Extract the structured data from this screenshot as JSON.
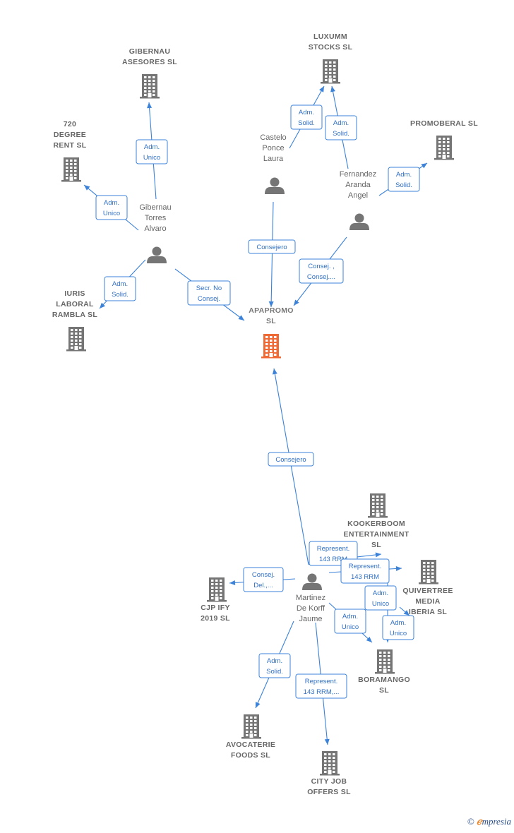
{
  "colors": {
    "edge": "#3b82d8",
    "node": "#757575",
    "focus": "#f06a35",
    "label": "#666666"
  },
  "nodes": [
    {
      "id": "apapromo",
      "type": "company",
      "focus": true,
      "lines": [
        "APAPROMO",
        "SL"
      ]
    },
    {
      "id": "gibernau_asesores",
      "type": "company",
      "lines": [
        "GIBERNAU",
        "ASESORES SL"
      ]
    },
    {
      "id": "luxumm",
      "type": "company",
      "lines": [
        "LUXUMM",
        "STOCKS  SL"
      ]
    },
    {
      "id": "promoberal",
      "type": "company",
      "lines": [
        "PROMOBERAL SL"
      ]
    },
    {
      "id": "degree720",
      "type": "company",
      "lines": [
        "720",
        "DEGREE",
        "RENT  SL"
      ]
    },
    {
      "id": "iuris",
      "type": "company",
      "lines": [
        "IURIS",
        "LABORAL",
        "RAMBLA  SL"
      ]
    },
    {
      "id": "kookerboom",
      "type": "company",
      "lines": [
        "KOOKERBOOM",
        "ENTERTAINMENT",
        "SL"
      ]
    },
    {
      "id": "quivertree",
      "type": "company",
      "lines": [
        "QUIVERTREE",
        "MEDIA",
        "IBERIA  SL"
      ]
    },
    {
      "id": "cjp",
      "type": "company",
      "lines": [
        "CJP IFY",
        "2019  SL"
      ]
    },
    {
      "id": "boramango",
      "type": "company",
      "lines": [
        "BORAMANGO",
        "SL"
      ]
    },
    {
      "id": "avocaterie",
      "type": "company",
      "lines": [
        "AVOCATERIE",
        "FOODS  SL"
      ]
    },
    {
      "id": "cityjob",
      "type": "company",
      "lines": [
        "CITY JOB",
        "OFFERS  SL"
      ]
    },
    {
      "id": "castelo",
      "type": "person",
      "lines": [
        "Castelo",
        "Ponce",
        "Laura"
      ]
    },
    {
      "id": "fernandez",
      "type": "person",
      "lines": [
        "Fernandez",
        "Aranda",
        "Angel"
      ]
    },
    {
      "id": "gibernau_person",
      "type": "person",
      "lines": [
        "Gibernau",
        "Torres",
        "Alvaro"
      ]
    },
    {
      "id": "martinez",
      "type": "person",
      "lines": [
        "Martinez",
        "De Korff",
        "Jaume"
      ]
    }
  ],
  "edges": [
    {
      "id": "e1",
      "from": "gibernau_person",
      "to": "gibernau_asesores",
      "lines": [
        "Adm.",
        "Unico"
      ]
    },
    {
      "id": "e2",
      "from": "gibernau_person",
      "to": "degree720",
      "lines": [
        "Adm.",
        "Unico"
      ]
    },
    {
      "id": "e3",
      "from": "gibernau_person",
      "to": "iuris",
      "lines": [
        "Adm.",
        "Solid."
      ]
    },
    {
      "id": "e4",
      "from": "gibernau_person",
      "to": "apapromo",
      "lines": [
        "Secr.  No",
        "Consej."
      ]
    },
    {
      "id": "e5",
      "from": "castelo",
      "to": "luxumm",
      "lines": [
        "Adm.",
        "Solid."
      ]
    },
    {
      "id": "e6",
      "from": "fernandez",
      "to": "luxumm",
      "lines": [
        "Adm.",
        "Solid."
      ]
    },
    {
      "id": "e7",
      "from": "fernandez",
      "to": "promoberal",
      "lines": [
        "Adm.",
        "Solid."
      ]
    },
    {
      "id": "e8",
      "from": "castelo",
      "to": "apapromo",
      "lines": [
        "Consejero"
      ]
    },
    {
      "id": "e9",
      "from": "fernandez",
      "to": "apapromo",
      "lines": [
        "Consej. ,",
        "Consej...."
      ]
    },
    {
      "id": "e10",
      "from": "martinez",
      "to": "apapromo",
      "lines": [
        "Consejero"
      ]
    },
    {
      "id": "e11",
      "from": "martinez",
      "to": "kookerboom",
      "lines": [
        "Represent.",
        "143 RRM"
      ]
    },
    {
      "id": "e12",
      "from": "martinez",
      "to": "quivertree",
      "lines": [
        "Represent.",
        "143 RRM"
      ]
    },
    {
      "id": "e13",
      "from": "martinez",
      "to": "cjp",
      "lines": [
        "Consej.",
        "Del.,..."
      ]
    },
    {
      "id": "e14",
      "from": "martinez",
      "to": "boramango",
      "lines": [
        "Adm.",
        "Unico"
      ]
    },
    {
      "id": "e15",
      "from": "martinez",
      "to": "avocaterie",
      "lines": [
        "Adm.",
        "Solid."
      ]
    },
    {
      "id": "e16",
      "from": "martinez",
      "to": "cityjob",
      "lines": [
        "Represent.",
        "143 RRM,..."
      ]
    },
    {
      "id": "e17",
      "from": "martinez",
      "to": "boramango",
      "lines": [
        "Adm.",
        "Unico"
      ]
    },
    {
      "id": "e18",
      "from": "martinez",
      "to": "quivertree",
      "lines": [
        "Adm.",
        "Unico"
      ]
    }
  ],
  "brand": {
    "copyright": "©",
    "e": "ℯ",
    "rest": "mpresia"
  }
}
